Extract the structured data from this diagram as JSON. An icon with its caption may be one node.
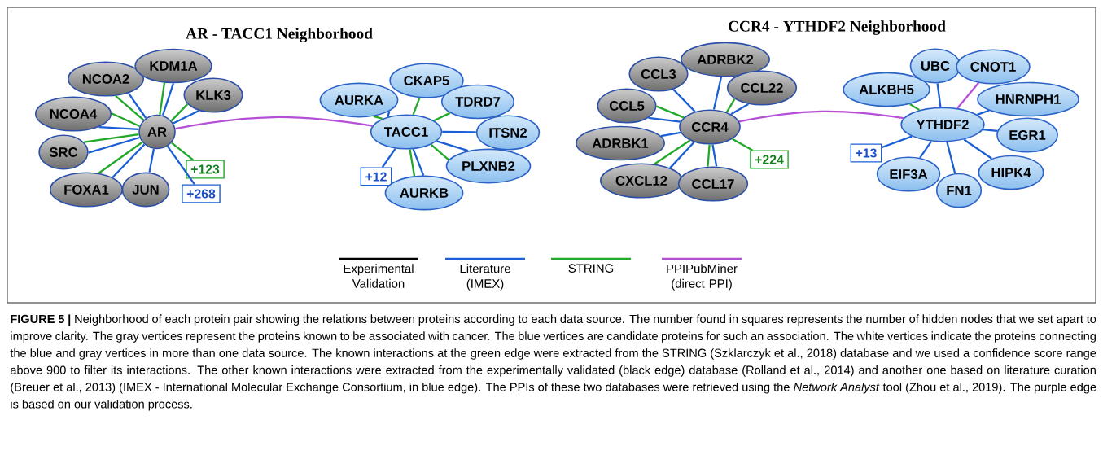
{
  "diagram": {
    "caption": "**FIGURE 5 |** Neighborhood of each protein pair showing the relations between proteins according to each data source. The number found in squares represents the number of hidden nodes that we set apart to improve clarity. The gray vertices represent the proteins known to be associated with cancer. The blue vertices are candidate proteins for such an association. The white vertices indicate the proteins connecting the blue and gray vertices in more than one data source. The known interactions at the green edge were extracted from the STRING (Szklarczyk et al., 2018) database and we used a confidence score range above 900 to filter its interactions. The other known interactions were extracted from the experimentally validated (black edge) database (Rolland et al., 2014) and another one based on literature curation (Breuer et al., 2013) (IMEX - International Molecular Exchange Consortium, in blue edge). The PPIs of these two databases were retrieved using the *Network Analyst* tool (Zhou et al., 2019). The purple edge is based on our validation process.",
    "nodes": [
      {
        "text": [
          "NCOA2"
        ]
      },
      {
        "text": [
          "KDM1A"
        ]
      },
      {
        "text": [
          "KLK3"
        ]
      },
      {
        "text": [
          "NCOA4"
        ]
      },
      {
        "text": [
          "AR"
        ]
      },
      {
        "text": [
          "SRC"
        ]
      },
      {
        "text": [
          "FOXA1"
        ]
      },
      {
        "text": [
          "JUN"
        ]
      },
      {
        "text": [
          "+123"
        ]
      },
      {
        "text": [
          "+268"
        ]
      },
      {
        "text": [
          "AURKA"
        ]
      },
      {
        "text": [
          "CKAP5"
        ]
      },
      {
        "text": [
          "TDRD7"
        ]
      },
      {
        "text": [
          "TACC1"
        ]
      },
      {
        "text": [
          "ITSN2"
        ]
      },
      {
        "text": [
          "PLXNB2"
        ]
      },
      {
        "text": [
          "+12"
        ]
      },
      {
        "text": [
          "AURKB"
        ]
      },
      {
        "text": [
          "CCL3"
        ]
      },
      {
        "text": [
          "ADRBK2"
        ]
      },
      {
        "text": [
          "CCL22"
        ]
      },
      {
        "text": [
          "CCL5"
        ]
      },
      {
        "text": [
          "CCR4"
        ]
      },
      {
        "text": [
          "ADRBK1"
        ]
      },
      {
        "text": [
          "CXCL12"
        ]
      },
      {
        "text": [
          "CCL17"
        ]
      },
      {
        "text": [
          "+224"
        ]
      },
      {
        "text": [
          "ALKBH5"
        ]
      },
      {
        "text": [
          "UBC"
        ]
      },
      {
        "text": [
          "CNOT1"
        ]
      },
      {
        "text": [
          "HNRNPH1"
        ]
      },
      {
        "text": [
          "YTHDF2"
        ]
      },
      {
        "text": [
          "EGR1"
        ]
      },
      {
        "text": [
          "+13"
        ]
      },
      {
        "text": [
          "EIF3A"
        ]
      },
      {
        "text": [
          "FN1"
        ]
      },
      {
        "text": [
          "HIPK4"
        ]
      }
    ],
    "edges": [
      {
        "from": 4,
        "to": 0,
        "arrow": "none"
      },
      {
        "from": 4,
        "to": 0,
        "arrow": "none",
        "color": "#22a82a"
      },
      {
        "from": 4,
        "to": 1,
        "arrow": "none"
      },
      {
        "from": 4,
        "to": 1,
        "arrow": "none",
        "color": "#22a82a"
      },
      {
        "from": 4,
        "to": 2,
        "arrow": "none"
      },
      {
        "from": 4,
        "to": 2,
        "arrow": "none",
        "color": "#22a82a"
      },
      {
        "from": 4,
        "to": 3,
        "arrow": "none",
        "color": "#22a82a"
      },
      {
        "from": 4,
        "to": 3,
        "arrow": "none"
      },
      {
        "from": 4,
        "to": 5,
        "arrow": "none",
        "color": "#22a82a"
      },
      {
        "from": 4,
        "to": 5,
        "arrow": "none"
      },
      {
        "from": 4,
        "to": 6,
        "arrow": "none",
        "color": "#22a82a"
      },
      {
        "from": 4,
        "to": 6,
        "arrow": "none"
      },
      {
        "from": 4,
        "to": 7,
        "arrow": "none"
      },
      {
        "from": 4,
        "to": 8,
        "arrow": "none",
        "color": "#22a82a"
      },
      {
        "from": 4,
        "to": 9,
        "arrow": "none"
      },
      {
        "from": 4,
        "to": 13,
        "arrow": "none",
        "color": "#b44fd6"
      },
      {
        "from": 13,
        "to": 10,
        "arrow": "none"
      },
      {
        "from": 13,
        "to": 10,
        "arrow": "none",
        "color": "#22a82a"
      },
      {
        "from": 13,
        "to": 11,
        "arrow": "none",
        "color": "#22a82a"
      },
      {
        "from": 13,
        "to": 12,
        "arrow": "none",
        "color": "#22a82a"
      },
      {
        "from": 13,
        "to": 14,
        "arrow": "none"
      },
      {
        "from": 13,
        "to": 15,
        "arrow": "none",
        "color": "#22a82a"
      },
      {
        "from": 13,
        "to": 15,
        "arrow": "none"
      },
      {
        "from": 13,
        "to": 16,
        "arrow": "none"
      },
      {
        "from": 13,
        "to": 17,
        "arrow": "none",
        "color": "#22a82a"
      },
      {
        "from": 13,
        "to": 17,
        "arrow": "none"
      },
      {
        "from": 22,
        "to": 18,
        "arrow": "none"
      },
      {
        "from": 22,
        "to": 19,
        "arrow": "none"
      },
      {
        "from": 22,
        "to": 20,
        "arrow": "none"
      },
      {
        "from": 22,
        "to": 20,
        "arrow": "none",
        "color": "#22a82a"
      },
      {
        "from": 22,
        "to": 21,
        "arrow": "none",
        "color": "#22a82a"
      },
      {
        "from": 22,
        "to": 21,
        "arrow": "none"
      },
      {
        "from": 22,
        "to": 23,
        "arrow": "none"
      },
      {
        "from": 22,
        "to": 24,
        "arrow": "none",
        "color": "#22a82a"
      },
      {
        "from": 22,
        "to": 24,
        "arrow": "none"
      },
      {
        "from": 22,
        "to": 25,
        "arrow": "none",
        "color": "#22a82a"
      },
      {
        "from": 22,
        "to": 25,
        "arrow": "none"
      },
      {
        "from": 22,
        "to": 26,
        "arrow": "none",
        "color": "#22a82a"
      },
      {
        "from": 22,
        "to": 31,
        "arrow": "none",
        "color": "#b44fd6"
      },
      {
        "from": 31,
        "to": 27,
        "arrow": "none",
        "color": "#22a82a"
      },
      {
        "from": 31,
        "to": 28,
        "arrow": "none"
      },
      {
        "from": 31,
        "to": 29,
        "arrow": "none",
        "color": "#b44fd6"
      },
      {
        "from": 31,
        "to": 30,
        "arrow": "none"
      },
      {
        "from": 31,
        "to": 32,
        "arrow": "none"
      },
      {
        "from": 31,
        "to": 33,
        "arrow": "none"
      },
      {
        "from": 31,
        "to": 34,
        "arrow": "none"
      },
      {
        "from": 31,
        "to": 35,
        "arrow": "none"
      },
      {
        "from": 31,
        "to": 36,
        "arrow": "none"
      }
    ],
    "labels": [
      "AR - TACC1 Neighborhood",
      "CCR4 - YTHDF2 Neighborhood"
    ],
    "legend": [
      {
        "text": "Experimental Validation"
      },
      {
        "text": "Literature (IMEX)"
      },
      {
        "text": "STRING"
      },
      {
        "text": "PPIPubMiner (direct PPI)"
      }
    ]
  }
}
